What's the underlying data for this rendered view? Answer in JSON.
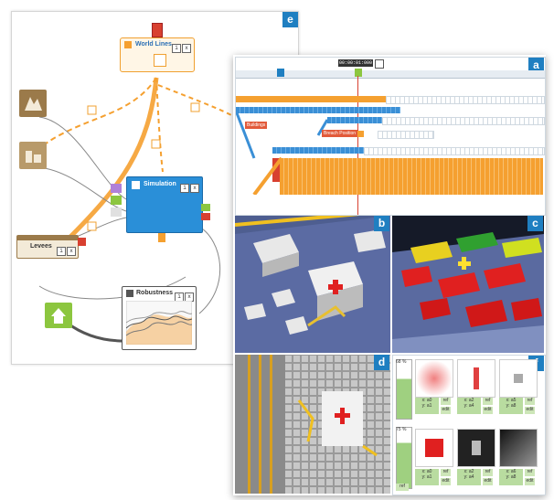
{
  "panel_tags": {
    "e": "e",
    "a": "a",
    "b": "b",
    "c": "c",
    "d": "d",
    "f": "f"
  },
  "nodes": {
    "world_lines": "World Lines",
    "simulation": "Simulation",
    "levees": "Levees",
    "robustness": "Robustness"
  },
  "timeline": {
    "time_readout": "00:00:01:000"
  },
  "gantt_labels": {
    "buildings": "Buildings",
    "breach_position": "Breach Position"
  },
  "stats": {
    "top_percent": "68 %",
    "bottom_percent": "75 %",
    "top_cells": [
      {
        "x": "x: a0",
        "y": "y: a1"
      },
      {
        "x": "x: a2",
        "y": "y: a4"
      },
      {
        "x": "x: a5",
        "y": "y: a8"
      }
    ],
    "bottom_cells": [
      {
        "x": "x: a0",
        "y": "y: a1"
      },
      {
        "x": "x: a2",
        "y": "y: a4"
      },
      {
        "x": "x: a6",
        "y": "y: a8"
      }
    ],
    "btn_ref": "ref",
    "btn_edit": "edit"
  },
  "colors": {
    "accent": "#1f7fc1",
    "orange": "#f5a030",
    "green": "#8cc63f",
    "gantt_blue": "#3a8fd6"
  },
  "icons": [
    "world-lines-icon",
    "simulation-icon",
    "levees-icon",
    "robustness-icon",
    "home-icon",
    "play-icon"
  ]
}
